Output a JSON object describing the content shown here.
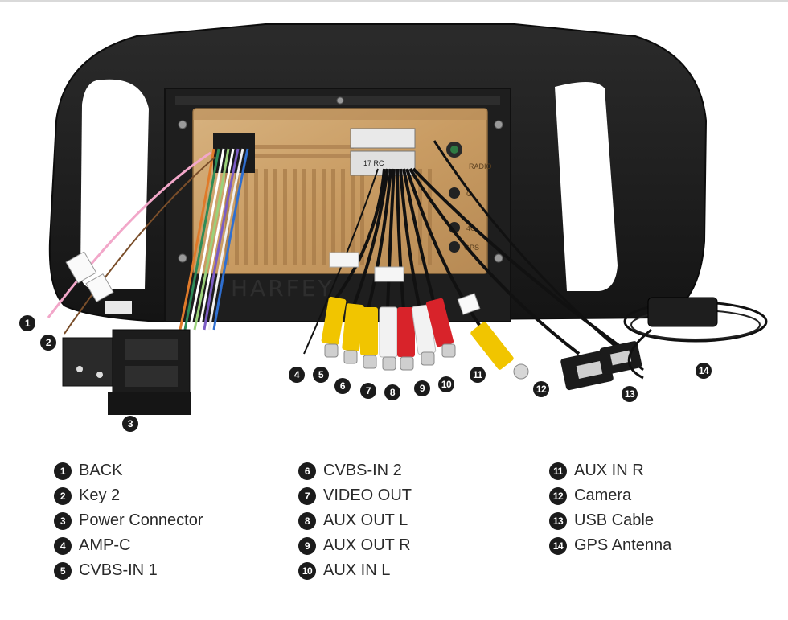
{
  "watermark": "HARFEY",
  "unit_labels": {
    "radio": "RADIO",
    "gps": "GPS",
    "band_4g": "4G",
    "band_g": "G",
    "cable_tag": "17 RC"
  },
  "markers": [
    "1",
    "2",
    "3",
    "4",
    "5",
    "6",
    "7",
    "8",
    "9",
    "10",
    "11",
    "12",
    "13",
    "14"
  ],
  "legend": {
    "columns": [
      [
        {
          "num": "1",
          "label": "BACK"
        },
        {
          "num": "2",
          "label": "Key 2"
        },
        {
          "num": "3",
          "label": "Power Connector"
        },
        {
          "num": "4",
          "label": "AMP-C"
        },
        {
          "num": "5",
          "label": "CVBS-IN 1"
        }
      ],
      [
        {
          "num": "6",
          "label": "CVBS-IN 2"
        },
        {
          "num": "7",
          "label": "VIDEO OUT"
        },
        {
          "num": "8",
          "label": "AUX OUT L"
        },
        {
          "num": "9",
          "label": "AUX OUT R"
        },
        {
          "num": "10",
          "label": "AUX IN L"
        }
      ],
      [
        {
          "num": "11",
          "label": "AUX IN R"
        },
        {
          "num": "12",
          "label": "Camera"
        },
        {
          "num": "13",
          "label": "USB Cable"
        },
        {
          "num": "14",
          "label": "GPS Antenna"
        }
      ]
    ]
  }
}
